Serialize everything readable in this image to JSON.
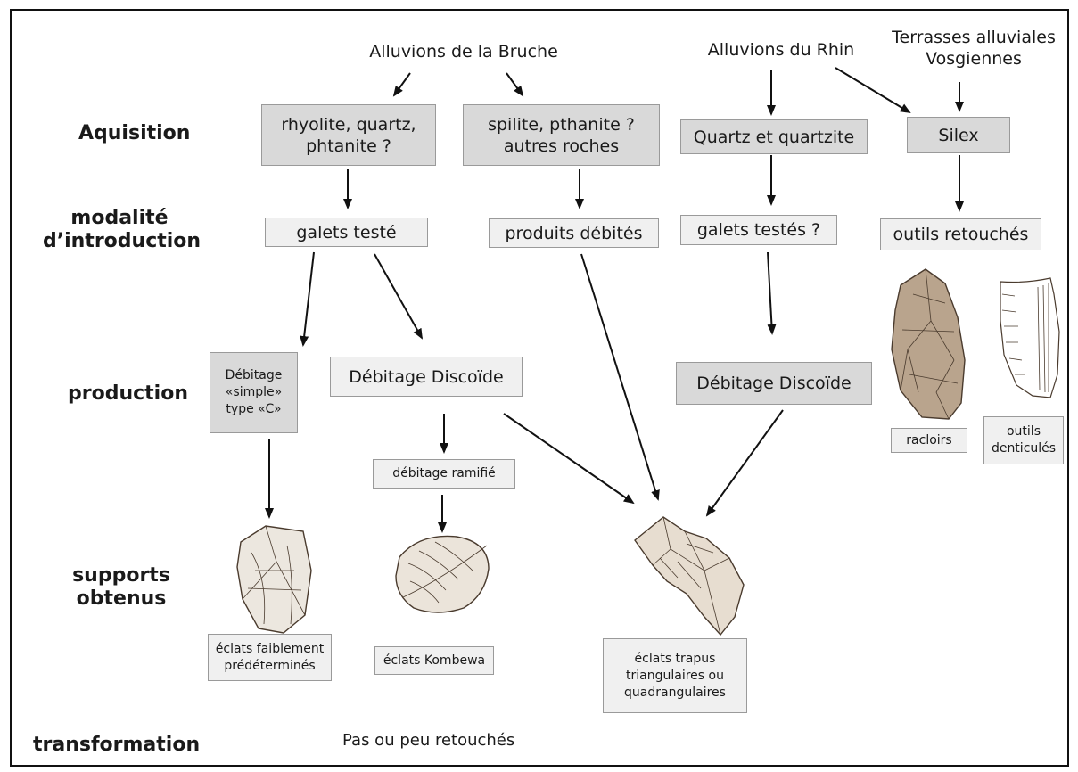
{
  "sources": {
    "bruche": "Alluvions de la Bruche",
    "rhin": "Alluvions du Rhin",
    "terrasses_line1": "Terrasses alluviales",
    "terrasses_line2": "Vosgiennes"
  },
  "rows": {
    "aquisition": "Aquisition",
    "modalite_line1": "modalité",
    "modalite_line2": "d’introduction",
    "production": "production",
    "supports_line1": "supports",
    "supports_line2": "obtenus",
    "transformation": "transformation"
  },
  "acquisition": {
    "rhyolite_line1": "rhyolite, quartz,",
    "rhyolite_line2": "phtanite ?",
    "spilite_line1": "spilite, pthanite ?",
    "spilite_line2": "autres roches",
    "quartz": "Quartz et quartzite",
    "silex": "Silex"
  },
  "introduction": {
    "galets_teste": "galets testé",
    "produits_debites": "produits débités",
    "galets_testes": "galets testés ?",
    "outils_retouches": "outils retouchés"
  },
  "production": {
    "simple_line1": "Débitage",
    "simple_line2": "«simple»",
    "simple_line3": "type «C»",
    "discoide_1": "Débitage Discoïde",
    "discoide_2": "Débitage Discoïde",
    "ramifie": "débitage ramifié"
  },
  "tools": {
    "racloirs": "racloirs",
    "denticules_line1": "outils",
    "denticules_line2": "denticulés"
  },
  "supports": {
    "faiblement_line1": "éclats faiblement",
    "faiblement_line2": "prédéterminés",
    "kombewa": "éclats Kombewa",
    "trapus_line1": "éclats trapus",
    "trapus_line2": "triangulaires ou",
    "trapus_line3": "quadrangulaires"
  },
  "transformation_text": "Pas ou peu retouchés"
}
